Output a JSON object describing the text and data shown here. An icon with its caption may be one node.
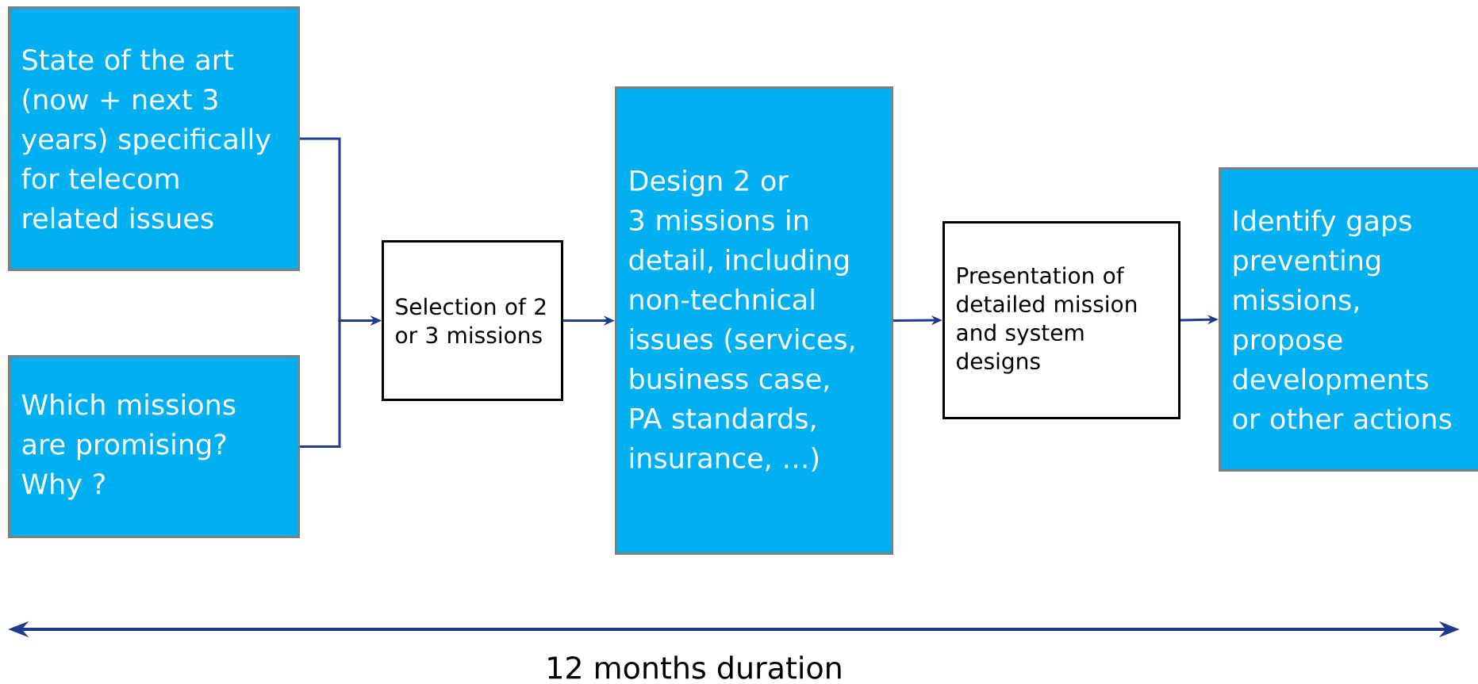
{
  "diagram": {
    "nodes": [
      {
        "text": [
          "State of the art (now + next 3 years) specifically for telecom related issues"
        ]
      },
      {
        "text": [
          "Which missions are promising? Why ?"
        ]
      },
      {
        "text": [
          "Selection of 2 or  3 missions"
        ]
      },
      {
        "text": [
          "Design 2 or 3 missions in detail, including non-technical issues (services, business case, PA standards, insurance, …)"
        ]
      },
      {
        "text": [
          "Presentation of detailed mission and system designs"
        ]
      },
      {
        "text": [
          "Identify gaps preventing missions, propose developments or other actions"
        ]
      }
    ],
    "edges": [
      {
        "from": 0,
        "to": 2,
        "arrow": "to"
      },
      {
        "from": 1,
        "to": 2,
        "arrow": "to"
      },
      {
        "from": 2,
        "to": 3,
        "arrow": "to"
      },
      {
        "from": 3,
        "to": 4,
        "arrow": "to"
      },
      {
        "from": 4,
        "to": 5,
        "arrow": "to"
      }
    ],
    "labels": [
      "12 months duration"
    ]
  }
}
